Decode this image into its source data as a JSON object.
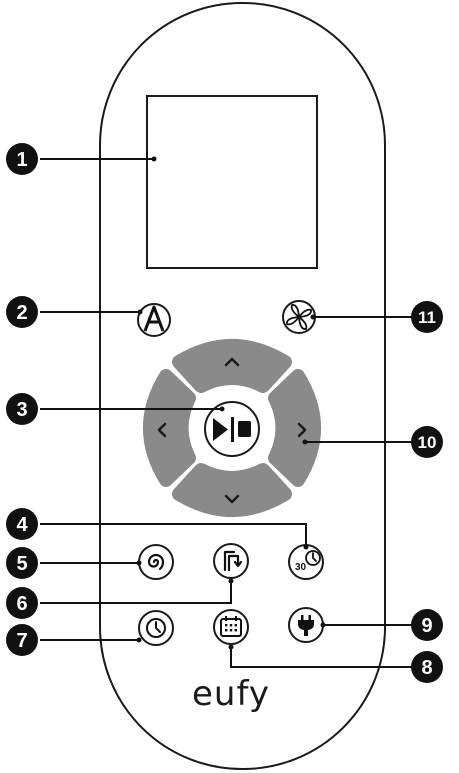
{
  "brand": {
    "logo_text": "eufy"
  },
  "buttons": {
    "timer_30_label": "30"
  },
  "callouts": [
    "1",
    "2",
    "3",
    "4",
    "5",
    "6",
    "7",
    "8",
    "9",
    "10",
    "11"
  ],
  "colors": {
    "outline": "#1a1a1a",
    "dpad_fill": "#8a8a8a",
    "dpad_light": "#bdbdbd",
    "background": "#ffffff",
    "callout_fill": "#111111"
  },
  "icons": {
    "screen": "lcd-display",
    "auto": "auto-mode-icon",
    "play_pause": "play-pause-icon",
    "up": "chevron-up-icon",
    "down": "chevron-down-icon",
    "left": "chevron-left-icon",
    "right": "chevron-right-icon",
    "timer_30": "timer-30-icon",
    "spot": "spot-clean-icon",
    "edge": "edge-clean-icon",
    "schedule": "schedule-clock-icon",
    "calendar": "calendar-icon",
    "charge": "charge-plug-icon",
    "suction": "fan-icon"
  }
}
